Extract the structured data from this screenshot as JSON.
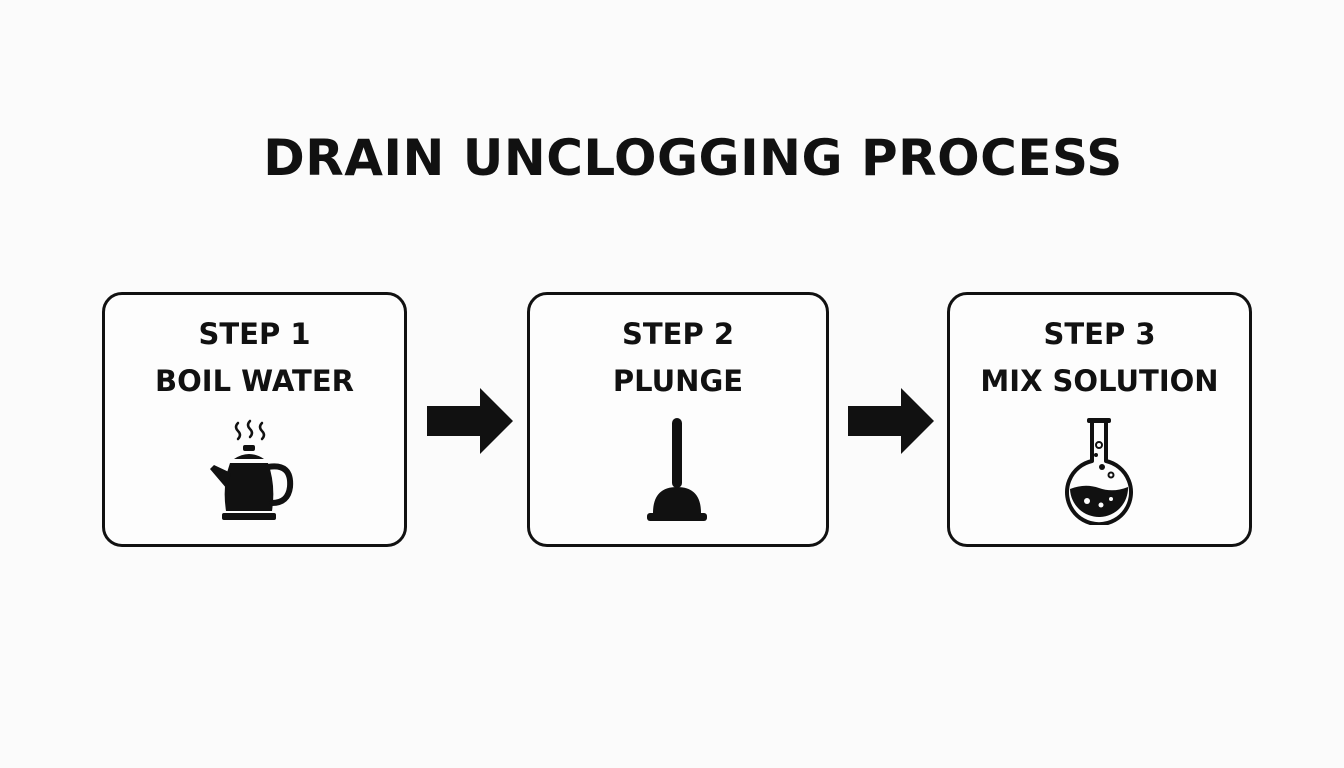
{
  "title": "DRAIN UNCLOGGING PROCESS",
  "steps": [
    {
      "label": "STEP 1",
      "action": "BOIL WATER",
      "icon": "kettle-icon"
    },
    {
      "label": "STEP 2",
      "action": "PLUNGE",
      "icon": "plunger-icon"
    },
    {
      "label": "STEP 3",
      "action": "MIX SOLUTION",
      "icon": "flask-icon"
    }
  ],
  "colors": {
    "ink": "#111111",
    "background": "#fbfbfb"
  }
}
